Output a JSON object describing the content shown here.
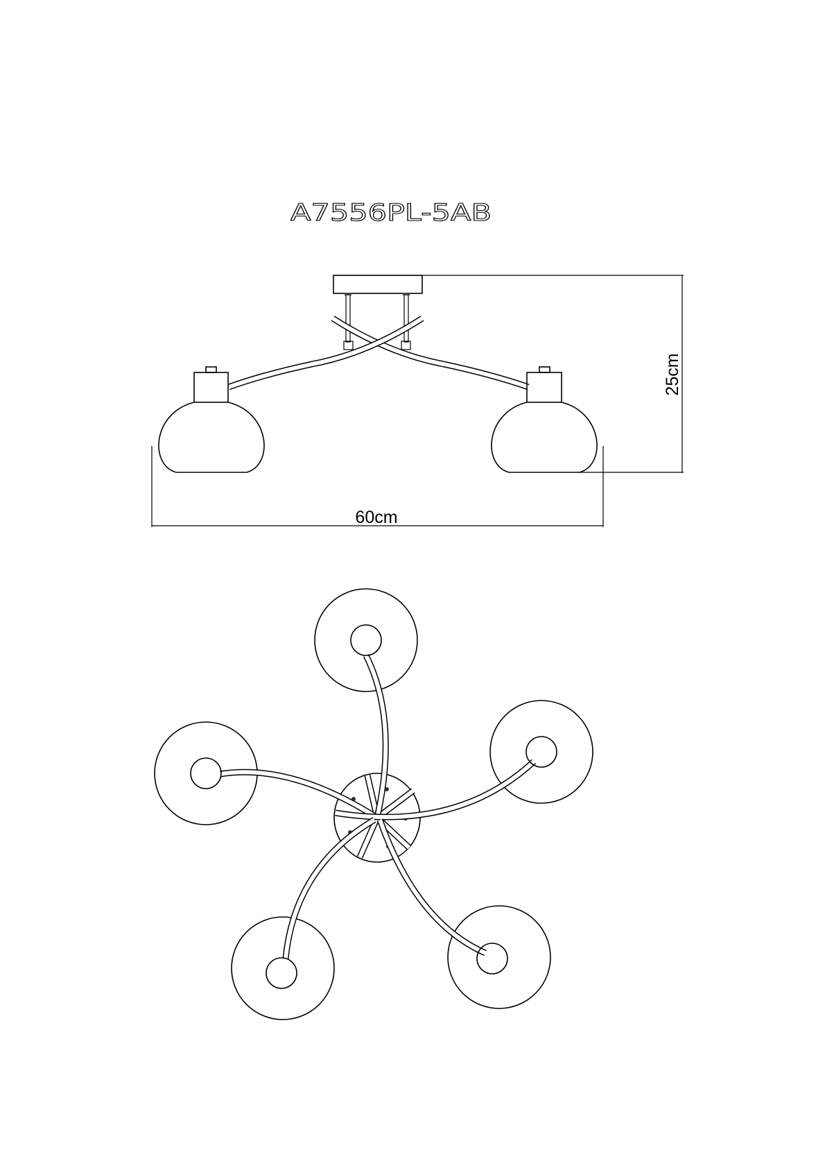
{
  "drawing": {
    "model_code": "A7556PL-5AB",
    "width_label": "60cm",
    "height_label": "25cm",
    "line_color": "#000000",
    "background_color": "#ffffff"
  }
}
